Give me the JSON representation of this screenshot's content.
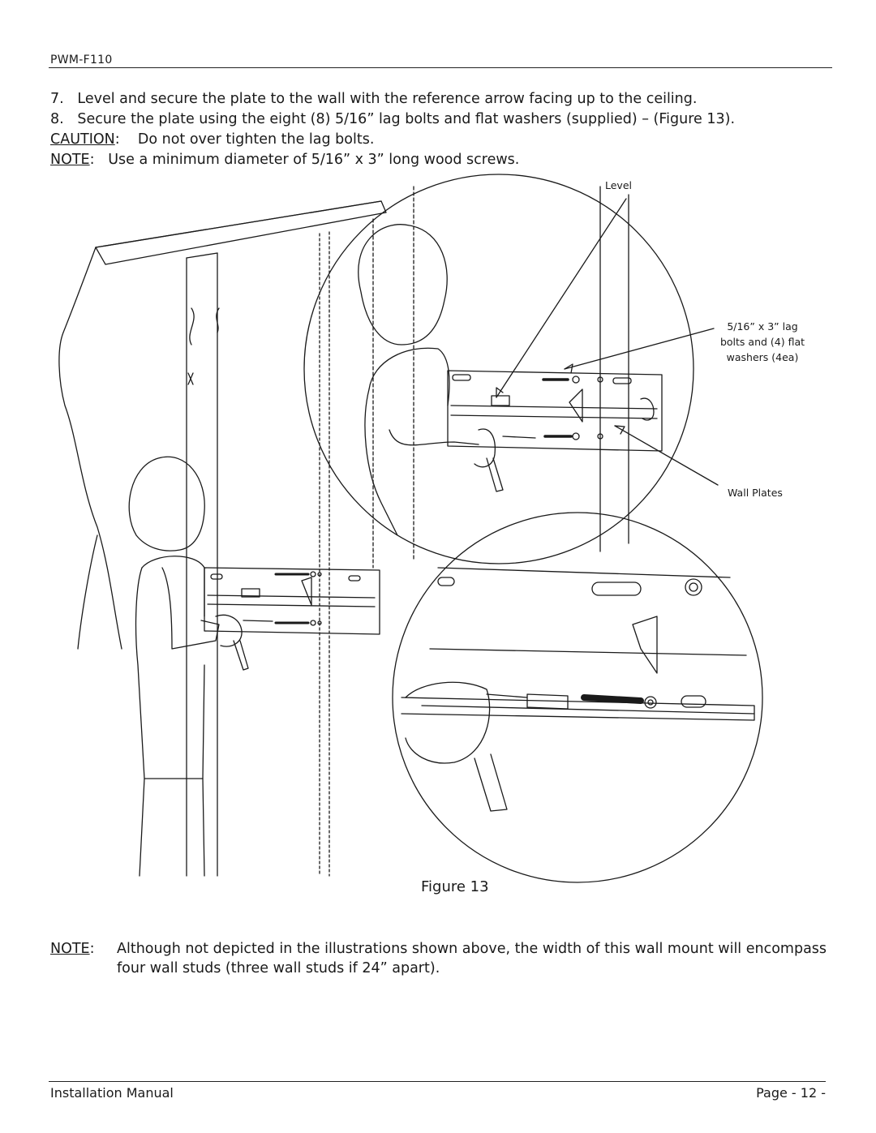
{
  "header": {
    "model": "PWM-F110"
  },
  "steps": [
    {
      "num": "7.",
      "text": "Level and secure the plate to the wall with the reference arrow facing up to the ceiling."
    },
    {
      "num": "8.",
      "text": "Secure the plate using the eight (8) 5/16” lag bolts and flat washers (supplied) – (Figure 13)."
    }
  ],
  "caution": {
    "label": "CAUTION",
    "text": "Do not over tighten the lag bolts."
  },
  "note_top": {
    "label": "NOTE",
    "text": "Use a minimum diameter of 5/16” x 3” long wood screws."
  },
  "figure": {
    "callouts": {
      "level": "Level",
      "lag_line1": "5/16” x 3” lag",
      "lag_line2": "bolts and (4) flat",
      "lag_line3": "washers (4ea)",
      "wall_plates": "Wall Plates"
    },
    "caption": "Figure 13"
  },
  "note_bottom": {
    "label": "NOTE",
    "text": "Although not depicted in the illustrations shown above, the width of this wall mount will encompass four wall studs (three wall studs if 24” apart)."
  },
  "footer": {
    "left": "Installation Manual",
    "right": "Page - 12 -"
  }
}
